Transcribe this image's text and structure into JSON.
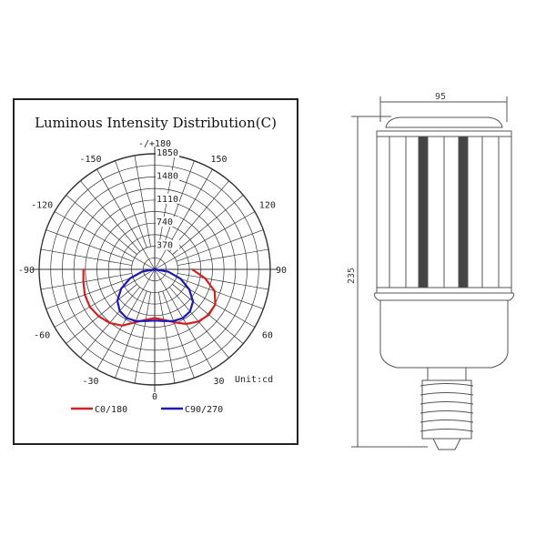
{
  "chart_data": {
    "type": "polar",
    "title": "Luminous Intensity Distribution(C)",
    "unit_label": "Unit:cd",
    "radial_ticks": [
      "370",
      "740",
      "1110",
      "1480",
      "1850"
    ],
    "radial_max": 1850,
    "angle_labels": {
      "top": "-/+180",
      "left_upper_150": "-150",
      "left_upper_120": "-120",
      "left": "-90",
      "left_lower_60": "-60",
      "left_lower_30": "-30",
      "bottom": "0",
      "right_lower_30": "30",
      "right_lower_60": "60",
      "right": "90",
      "right_upper_120": "120",
      "right_upper_150": "150"
    },
    "series": [
      {
        "name": "C0/180",
        "color": "#d42020",
        "angles": [
          -90,
          -80,
          -70,
          -60,
          -50,
          -40,
          -30,
          -20,
          -10,
          0,
          10,
          20,
          30,
          40,
          50,
          60,
          70,
          80,
          90
        ],
        "values": [
          1140,
          1160,
          1190,
          1200,
          1170,
          1120,
          1040,
          900,
          820,
          780,
          820,
          900,
          1010,
          1090,
          1130,
          1120,
          1020,
          820,
          600
        ]
      },
      {
        "name": "C90/270",
        "color": "#1a1ab8",
        "angles": [
          -90,
          -80,
          -70,
          -60,
          -50,
          -40,
          -30,
          -20,
          -10,
          0,
          10,
          20,
          30,
          40,
          50,
          60,
          70,
          80,
          90
        ],
        "values": [
          0,
          200,
          420,
          620,
          780,
          870,
          900,
          880,
          840,
          820,
          840,
          880,
          900,
          880,
          800,
          640,
          440,
          220,
          0
        ]
      }
    ]
  },
  "drawing": {
    "width_label": "95",
    "height_label": "235"
  }
}
